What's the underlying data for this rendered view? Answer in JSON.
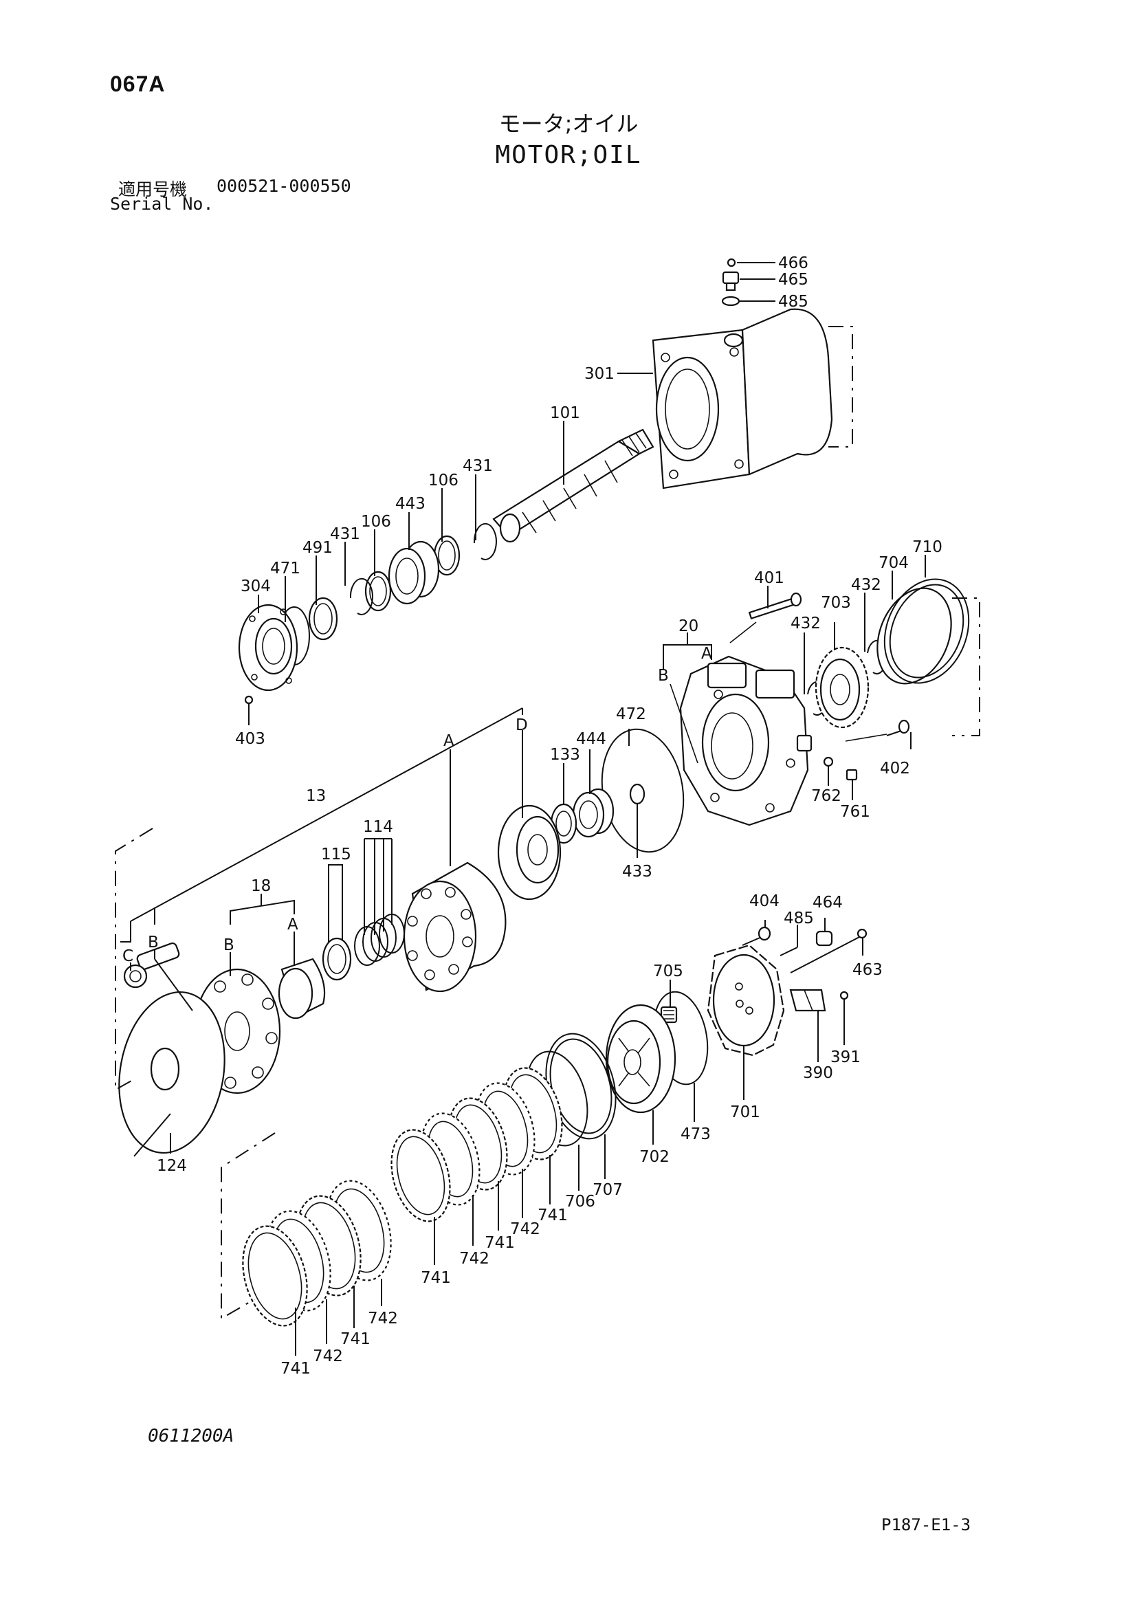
{
  "header": {
    "page_code": "067A",
    "title_jp": "モータ;オイル",
    "title_en": "MOTOR;OIL",
    "serial_label_jp": "適用号機",
    "serial_range": "000521-000550",
    "serial_label_en": "Serial No."
  },
  "footer": {
    "drawing_code": "0611200A",
    "page_ref": "P187-E1-3"
  },
  "part_labels": {
    "p466": "466",
    "p465": "465",
    "p485a": "485",
    "p301": "301",
    "p101": "101",
    "p431a": "431",
    "p106a": "106",
    "p443": "443",
    "p106b": "106",
    "p431b": "431",
    "p491": "491",
    "p471": "471",
    "p304": "304",
    "p403": "403",
    "p401": "401",
    "p710": "710",
    "p704": "704",
    "p432a": "432",
    "p703": "703",
    "p432b": "432",
    "p20": "20",
    "p402": "402",
    "p762": "762",
    "p761": "761",
    "p472": "472",
    "p444": "444",
    "p133": "133",
    "p433": "433",
    "p13": "13",
    "p114": "114",
    "p115": "115",
    "p18": "18",
    "p124": "124",
    "p404": "404",
    "p485b": "485",
    "p464": "464",
    "p463": "463",
    "p705": "705",
    "p390": "390",
    "p391": "391",
    "p701": "701",
    "p473": "473",
    "p702": "702",
    "p707": "707",
    "p706": "706",
    "p741a": "741",
    "p742a": "742",
    "p741b": "741",
    "p742b": "742",
    "p741c": "741",
    "p742c": "742",
    "p741d": "741",
    "p742d": "742",
    "p741e": "741"
  },
  "callout_letters": {
    "a1": "A",
    "b1": "B",
    "d1": "D",
    "a2": "A",
    "c1": "C",
    "b2": "B",
    "b3": "B",
    "a3": "A"
  }
}
